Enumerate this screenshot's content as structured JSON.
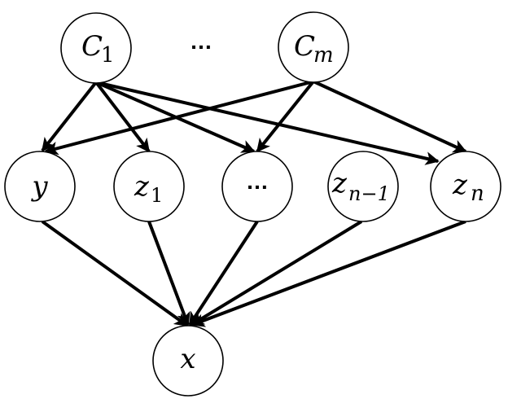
{
  "nodes": {
    "c1": {
      "label": "C",
      "sub": "1"
    },
    "top_ellipsis": {
      "label": "…"
    },
    "cm": {
      "label": "C",
      "sub": "m"
    },
    "y": {
      "label": "y"
    },
    "z1": {
      "label": "z",
      "sub": "1"
    },
    "mid_ellipsis": {
      "label": "…"
    },
    "zn1": {
      "label": "z",
      "sub": "n−1"
    },
    "zn": {
      "label": "z",
      "sub": "n"
    },
    "x": {
      "label": "x"
    }
  },
  "edges": [
    {
      "from": "c1",
      "to": "y"
    },
    {
      "from": "c1",
      "to": "z1"
    },
    {
      "from": "c1",
      "to": "mid_ellipsis"
    },
    {
      "from": "c1",
      "to": "zn"
    },
    {
      "from": "cm",
      "to": "y"
    },
    {
      "from": "cm",
      "to": "mid_ellipsis"
    },
    {
      "from": "cm",
      "to": "zn"
    },
    {
      "from": "y",
      "to": "x"
    },
    {
      "from": "z1",
      "to": "x"
    },
    {
      "from": "mid_ellipsis",
      "to": "x"
    },
    {
      "from": "zn1",
      "to": "x"
    },
    {
      "from": "zn",
      "to": "x"
    }
  ]
}
